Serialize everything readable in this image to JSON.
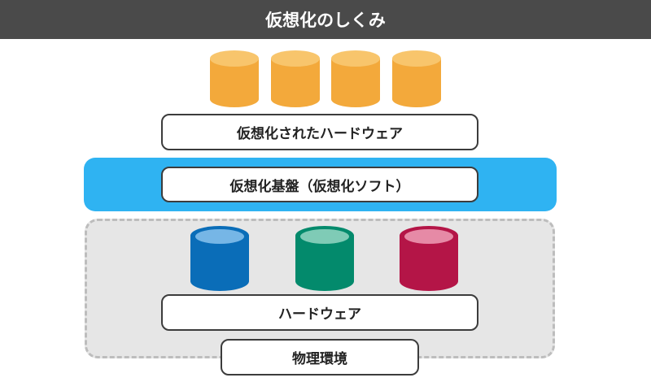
{
  "title": "仮想化のしくみ",
  "virtual_hardware": {
    "label": "仮想化されたハードウェア",
    "drive_color": "#f3a93b",
    "drive_top_color": "#f8c56c",
    "drive_count": 4
  },
  "hypervisor": {
    "label": "仮想化基盤（仮想化ソフト）",
    "band_color": "#2fb3f2"
  },
  "hardware": {
    "label": "ハードウェア",
    "drives": [
      {
        "name": "blue-drive",
        "color": "#0a6db8",
        "top": "#76b6e6"
      },
      {
        "name": "green-drive",
        "color": "#038a6c",
        "top": "#7fcbb6"
      },
      {
        "name": "crimson-drive",
        "color": "#b41547",
        "top": "#e68aa6"
      }
    ]
  },
  "physical_environment": {
    "label": "物理環境",
    "background": "#e6e6e6"
  }
}
